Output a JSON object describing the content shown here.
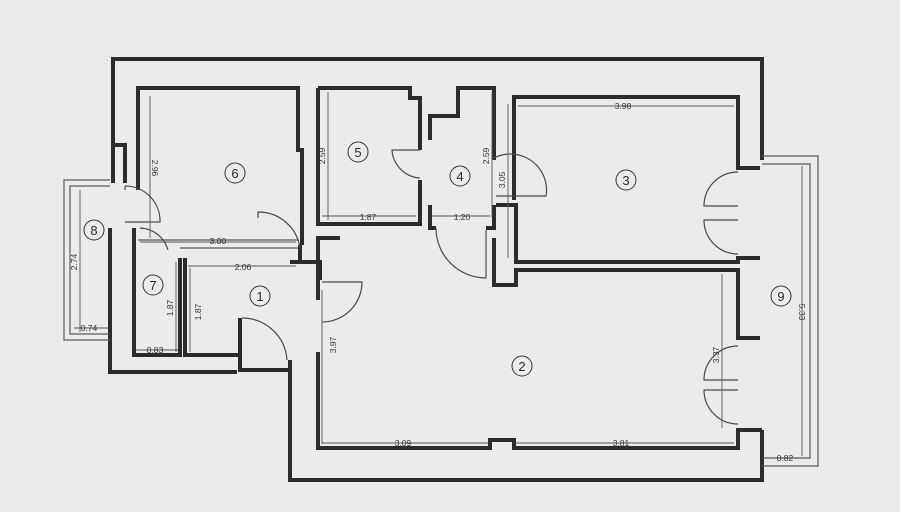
{
  "rooms": [
    {
      "id": "1",
      "label": "1"
    },
    {
      "id": "2",
      "label": "2"
    },
    {
      "id": "3",
      "label": "3"
    },
    {
      "id": "4",
      "label": "4"
    },
    {
      "id": "5",
      "label": "5"
    },
    {
      "id": "6",
      "label": "6"
    },
    {
      "id": "7",
      "label": "7"
    },
    {
      "id": "8",
      "label": "8"
    },
    {
      "id": "9",
      "label": "9"
    }
  ],
  "dimensions": {
    "room6_height": "2.96",
    "room6_width": "3.00",
    "room5_height": "2.59",
    "room5_width": "1.87",
    "room4_height": "2.59",
    "room4_width": "1.20",
    "room3_width": "3.98",
    "room3_height": "3.05",
    "hall_width": "2.06",
    "hall_height": "1.87",
    "room7_height": "1.87",
    "room7_width": "0.83",
    "room8_height": "2.74",
    "room8_width": "0.74",
    "room2_height": "3.97",
    "room2_width_left": "3.09",
    "room2_width_right": "3.81",
    "room2_window": "3.37",
    "balcony_height": "5.33",
    "balcony_width": "0.82"
  }
}
